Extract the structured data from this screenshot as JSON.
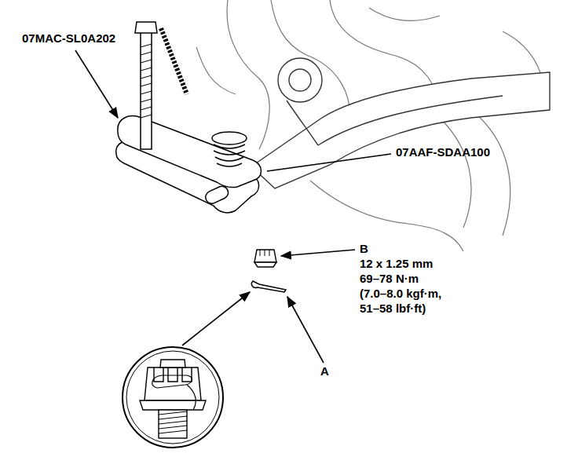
{
  "diagram": {
    "labels": [
      "07MAC-SL0A202",
      "07AAF-SDAA100",
      "B",
      "12 x 1.25 mm",
      "69–78 N·m",
      "(7.0–8.0 kgf·m,",
      "51–58 lbf·ft)",
      "A"
    ]
  }
}
